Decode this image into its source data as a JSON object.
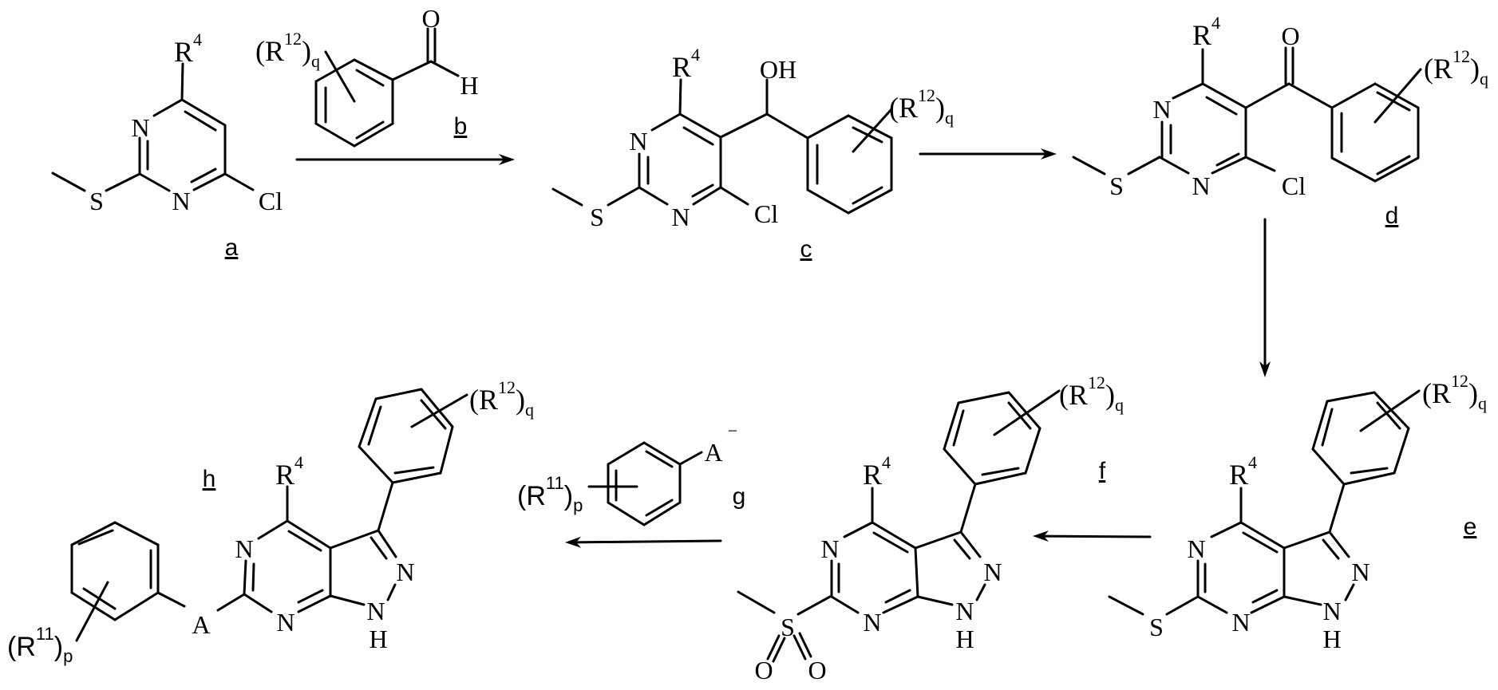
{
  "substituents": {
    "r12q": {
      "open": "(R",
      "sup": "12",
      "close": ")",
      "sub": "q"
    },
    "r11p": {
      "open": "(R",
      "sup": "11",
      "close": ")",
      "sub": "p"
    }
  },
  "scheme": {
    "a": {
      "label": "a",
      "r": "R",
      "r_sup": "4",
      "n1": "N",
      "n3": "N",
      "s": "S",
      "cl": "Cl"
    },
    "b": {
      "label": "b",
      "o": "O",
      "h": "H"
    },
    "c": {
      "label": "c",
      "r": "R",
      "r_sup": "4",
      "n1": "N",
      "n3": "N",
      "s": "S",
      "cl": "Cl",
      "oh": "OH"
    },
    "d": {
      "label": "d",
      "r": "R",
      "r_sup": "4",
      "n1": "N",
      "n3": "N",
      "s": "S",
      "cl": "Cl",
      "o": "O"
    },
    "e": {
      "label": "e",
      "r": "R",
      "r_sup": "4",
      "n1": "N",
      "n3": "N",
      "n2": "N",
      "nh_n": "N",
      "nh_h": "H",
      "s": "S"
    },
    "f": {
      "label": "f",
      "r": "R",
      "r_sup": "4",
      "n1": "N",
      "n3": "N",
      "n2": "N",
      "nh_n": "N",
      "nh_h": "H",
      "s": "S",
      "o1": "O",
      "o2": "O"
    },
    "g": {
      "label": "g",
      "a": "A",
      "charge": "−"
    },
    "h": {
      "label": "h",
      "r": "R",
      "r_sup": "4",
      "n1": "N",
      "n3": "N",
      "n2": "N",
      "nh_n": "N",
      "nh_h": "H",
      "a": "A"
    }
  },
  "colors": {
    "ink": "#000000",
    "background": "#ffffff"
  }
}
